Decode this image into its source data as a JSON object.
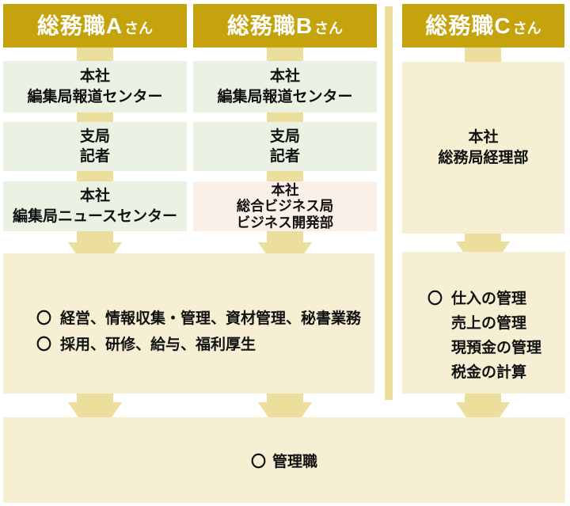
{
  "people": [
    {
      "id": "A",
      "header": {
        "main": "総務職A",
        "suffix": "さん"
      },
      "steps": [
        {
          "lines": [
            "本社",
            "編集局報道センター"
          ]
        },
        {
          "lines": [
            "支局",
            "記者"
          ]
        },
        {
          "lines": [
            "本社",
            "編集局ニュースセンター"
          ]
        }
      ]
    },
    {
      "id": "B",
      "header": {
        "main": "総務職B",
        "suffix": "さん"
      },
      "steps": [
        {
          "lines": [
            "本社",
            "編集局報道センター"
          ]
        },
        {
          "lines": [
            "支局",
            "記者"
          ]
        },
        {
          "lines": [
            "本社",
            "総合ビジネス局",
            "ビジネス開発部"
          ]
        }
      ]
    },
    {
      "id": "C",
      "header": {
        "main": "総務職C",
        "suffix": "さん"
      },
      "steps": [
        {
          "lines": [
            "本社",
            "総務局経理部"
          ]
        }
      ]
    }
  ],
  "duties_ab": {
    "items": [
      {
        "bullet": "〇",
        "text": "経営、情報収集・管理、資材管理、秘書業務"
      },
      {
        "bullet": "〇",
        "text": "採用、研修、給与、福利厚生"
      }
    ]
  },
  "duties_c": {
    "items": [
      {
        "bullet": "〇",
        "text": "仕入の管理"
      },
      {
        "bullet": "",
        "text": "売上の管理"
      },
      {
        "bullet": "",
        "text": "現預金の管理"
      },
      {
        "bullet": "",
        "text": "税金の計算"
      }
    ]
  },
  "final": {
    "bullet": "〇",
    "label": "管理職"
  },
  "colors": {
    "gold": "#c4a30d",
    "tan": "#ecdf9e",
    "green": "#eaf2e4",
    "pink": "#faf0e8",
    "cream": "#f6efd3",
    "text": "#111111"
  }
}
